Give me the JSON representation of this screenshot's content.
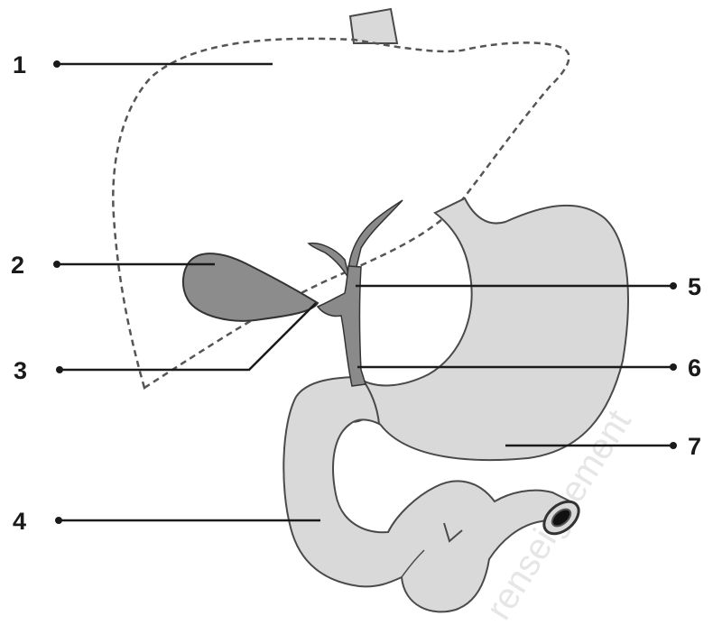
{
  "diagram": {
    "labels": [
      {
        "id": "1",
        "text": "1"
      },
      {
        "id": "2",
        "text": "2"
      },
      {
        "id": "3",
        "text": "3"
      },
      {
        "id": "4",
        "text": "4"
      },
      {
        "id": "5",
        "text": "5"
      },
      {
        "id": "6",
        "text": "6"
      },
      {
        "id": "7",
        "text": "7"
      }
    ],
    "watermark": "renseignement",
    "colors": {
      "organ_fill": "#d9d9d9",
      "gallbladder_fill": "#8c8c8c",
      "duct_fill": "#8a8a8a",
      "outline": "#4a4a4a",
      "leader_line": "#1a1a1a"
    }
  }
}
